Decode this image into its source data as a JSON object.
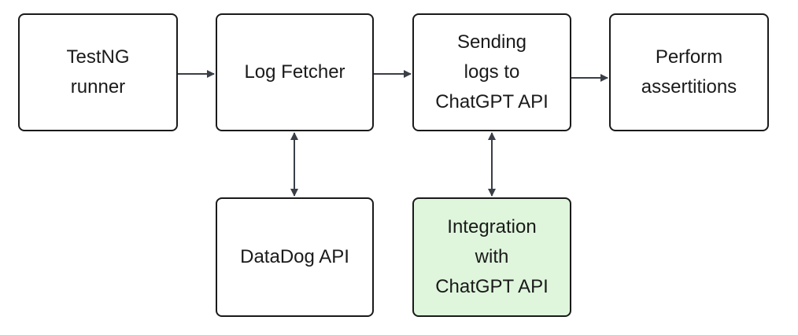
{
  "diagram": {
    "nodes": {
      "testng": {
        "label": "TestNG\nrunner"
      },
      "log_fetcher": {
        "label": "Log Fetcher"
      },
      "sending_logs": {
        "label": "Sending\nlogs to\nChatGPT API"
      },
      "perform_assertions": {
        "label": "Perform\nassertitions"
      },
      "datadog_api": {
        "label": "DataDog API"
      },
      "integration": {
        "label": "Integration\nwith\nChatGPT API"
      }
    },
    "edges": [
      {
        "from": "testng",
        "to": "log_fetcher",
        "direction": "forward"
      },
      {
        "from": "log_fetcher",
        "to": "sending_logs",
        "direction": "forward"
      },
      {
        "from": "sending_logs",
        "to": "perform_assertions",
        "direction": "forward"
      },
      {
        "from": "log_fetcher",
        "to": "datadog_api",
        "direction": "bidirectional"
      },
      {
        "from": "sending_logs",
        "to": "integration",
        "direction": "bidirectional"
      }
    ],
    "colors": {
      "stroke": "#1a1a1a",
      "arrow": "#3a3f47",
      "highlight_fill": "#dff6dd"
    }
  }
}
